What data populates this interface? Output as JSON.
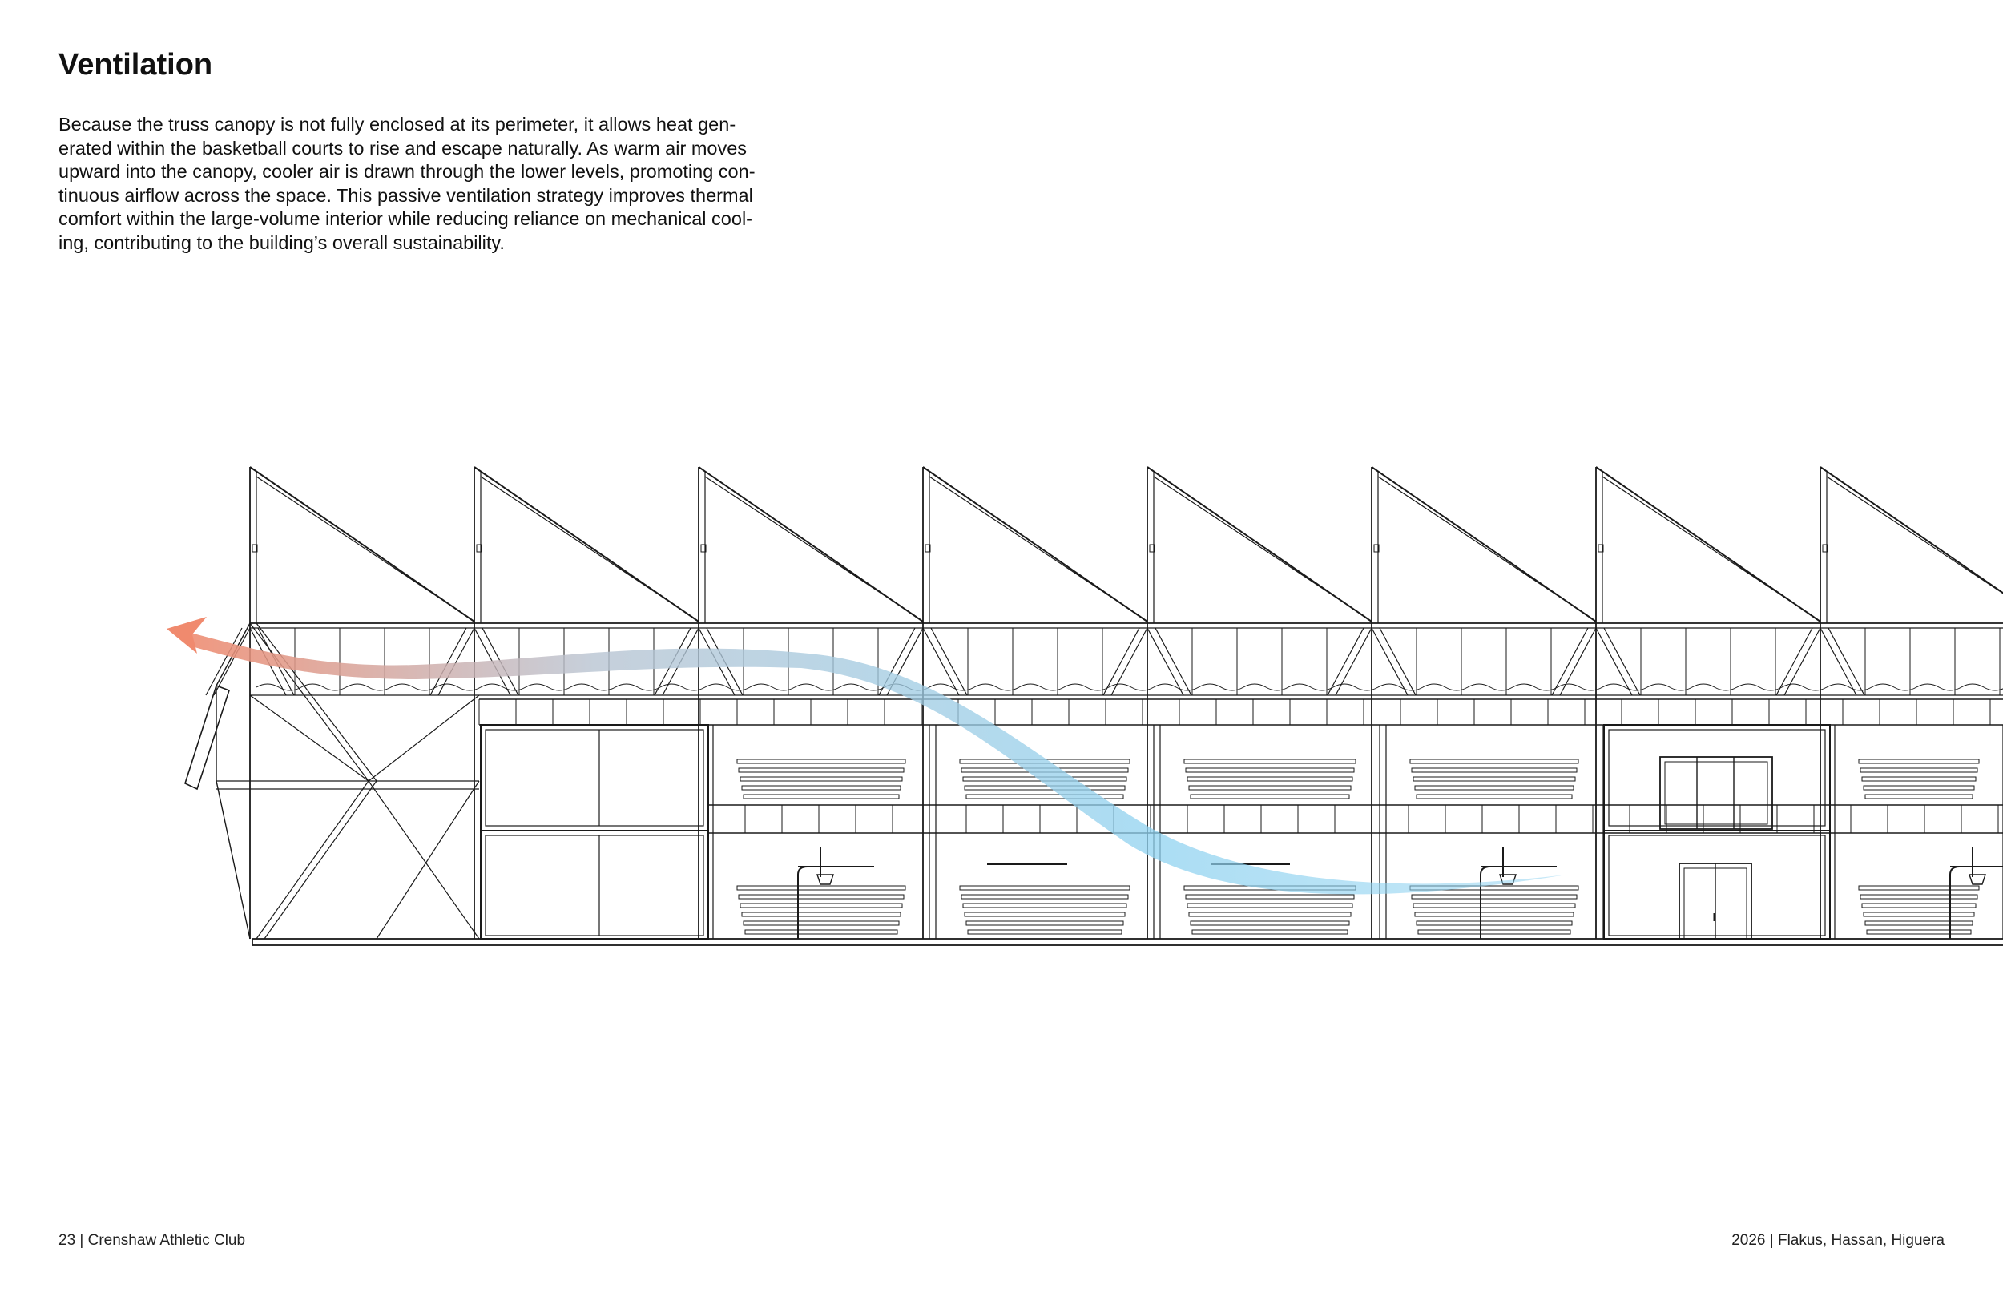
{
  "page": {
    "title": "Ventilation",
    "body_lines": [
      "Because the truss canopy is not fully enclosed at its perimeter, it allows heat gen-",
      "erated within the basketball courts to rise and escape naturally. As warm air moves",
      "upward into the canopy, cooler air is drawn through the lower levels, promoting con-",
      "tinuous airflow across the space. This passive ventilation strategy improves thermal",
      "comfort within the large-volume interior while reducing reliance on mechanical cool-",
      "ing, contributing to the building’s overall sustainability."
    ]
  },
  "footer": {
    "left": "23 | Crenshaw Athletic Club",
    "right": "2026 | Flakus, Hassan, Higuera"
  },
  "diagram": {
    "airflow_colors": {
      "cool": "#8fd2f0",
      "mid": "#b8c4d2",
      "warm": "#f08a6e"
    },
    "line_color": "#1a1a1a"
  }
}
